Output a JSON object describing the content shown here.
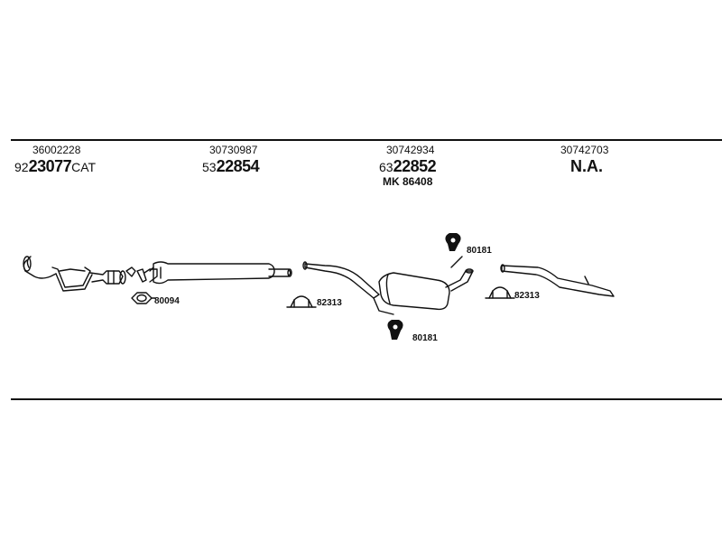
{
  "columns": [
    {
      "oe": "36002228",
      "part_prefix": "92",
      "part_main": "23077",
      "part_suffix": "CAT"
    },
    {
      "oe": "30730987",
      "part_prefix": "53",
      "part_main": "22854",
      "part_suffix": ""
    },
    {
      "oe": "30742934",
      "part_prefix": "63",
      "part_main": "22852",
      "part_suffix": "",
      "extra": "MK  86408"
    },
    {
      "oe": "30742703",
      "part_na": "N.A."
    }
  ],
  "accessories": {
    "gasket": "80094",
    "clamp_mid": "82313",
    "hanger_top": "80181",
    "hanger_bottom": "80181",
    "clamp_right": "82313"
  },
  "colors": {
    "line": "#111111",
    "part_fill": "#ffffff",
    "accent": "#111111"
  }
}
